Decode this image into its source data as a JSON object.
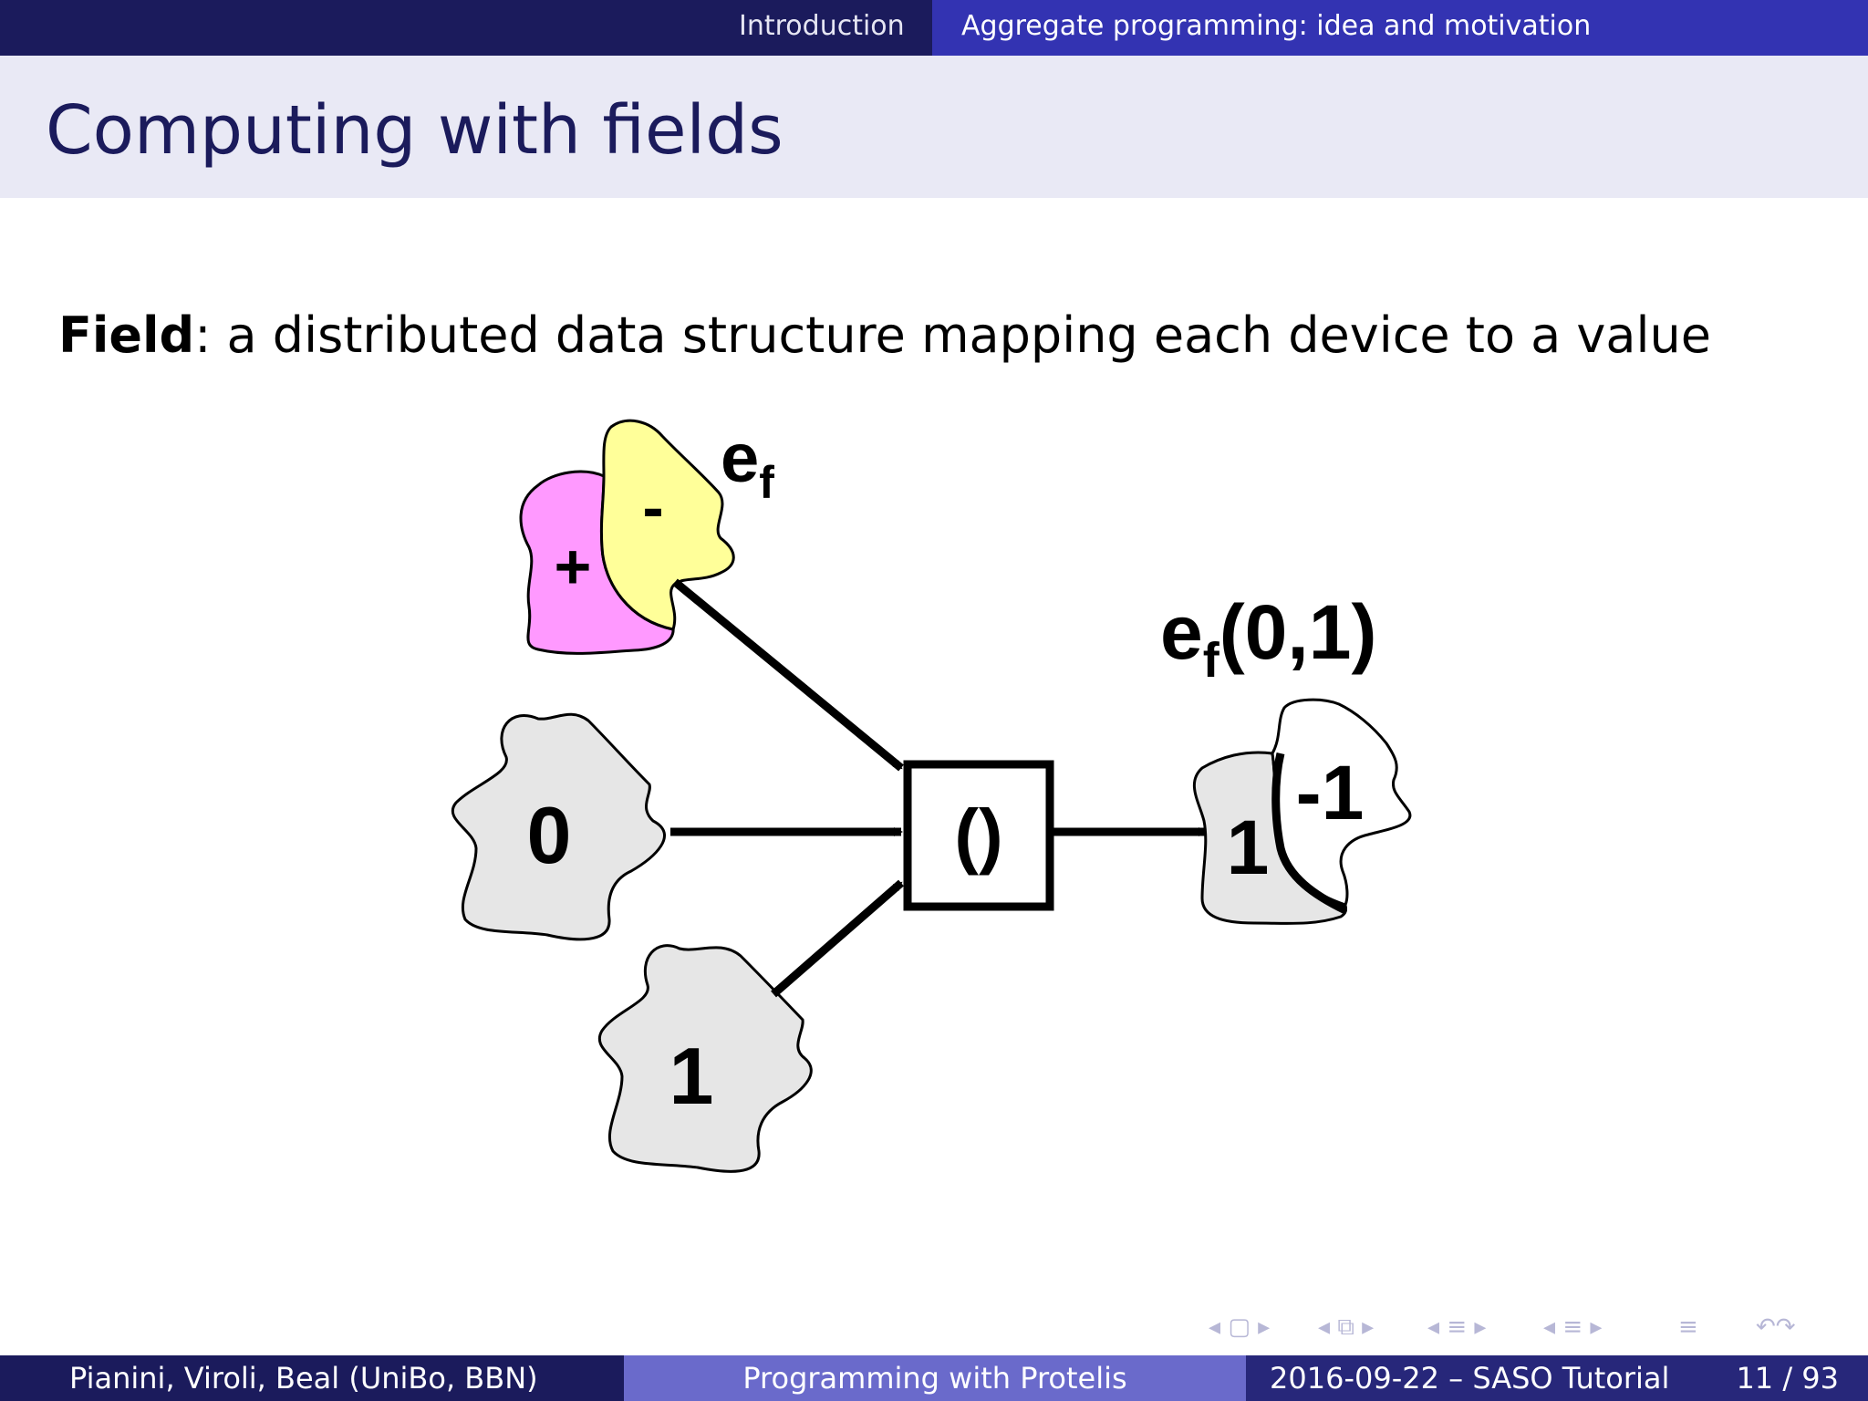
{
  "header": {
    "section_intro": "Introduction",
    "section_current": "Aggregate programming: idea and motivation"
  },
  "slide": {
    "title": "Computing with fields",
    "field_term": "Field",
    "field_definition": ": a distributed data structure mapping each device to a value"
  },
  "diagram": {
    "ef_base": "e",
    "ef_sub": "f",
    "plus": "+",
    "minus": "-",
    "input_zero": "0",
    "input_one": "1",
    "apply_op": "()",
    "result_label_base": "e",
    "result_label_sub": "f",
    "result_label_args": "(0,1)",
    "result_one": "1",
    "result_minus_one": "-1",
    "colors": {
      "plus_region": "#ff99ff",
      "minus_region": "#ffff99",
      "input_blob": "#e6e6e6",
      "result_region": "#ffffff"
    }
  },
  "nav_symbols": {
    "frame": "◂ ▢ ▸",
    "subsection": "◂ ⧉ ▸",
    "section": "◂ ≡ ▸",
    "section_alt": "◂ ≡ ▸",
    "align": "≡",
    "search": "↶↷"
  },
  "footer": {
    "authors": "Pianini, Viroli, Beal  (UniBo, BBN)",
    "talk_title": "Programming with Protelis",
    "date_event": "2016-09-22 – SASO Tutorial",
    "page": "11 / 93"
  }
}
